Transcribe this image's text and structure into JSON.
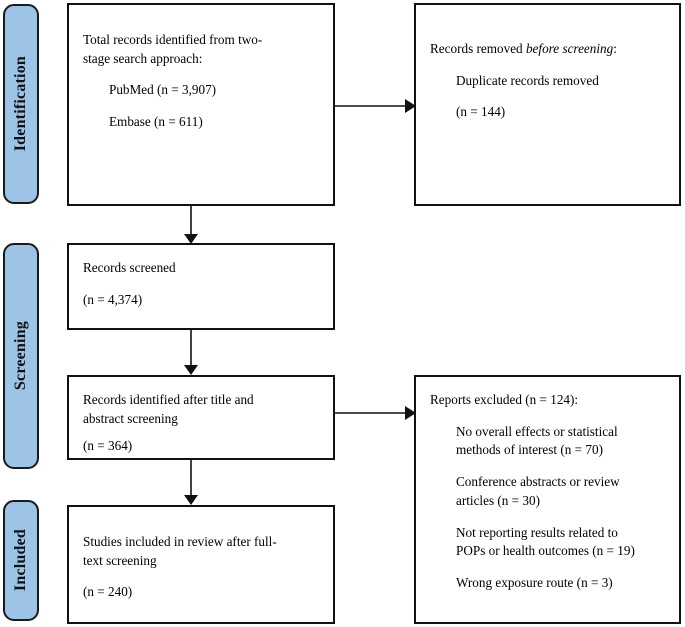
{
  "diagram": {
    "type": "prisma-flow-diagram",
    "accent_color": "#9dc3e6",
    "border_color": "#111111",
    "background": "#ffffff"
  },
  "stages": [
    {
      "id": "identification",
      "label": "Identification"
    },
    {
      "id": "screening",
      "label": "Screening"
    },
    {
      "id": "included",
      "label": "Included"
    }
  ],
  "boxes": {
    "records_identified": {
      "title_line_1": "Total records identified from two-",
      "title_line_2": "stage search approach:",
      "source_1": "PubMed (n = 3,907)",
      "source_2": "Embase (n = 611)"
    },
    "records_removed": {
      "title_prefix": "Records removed ",
      "title_emphasis": "before screening",
      "title_suffix": ":",
      "reason": "Duplicate records removed",
      "count": "(n = 144)"
    },
    "records_screened": {
      "title": "Records screened",
      "count": "(n = 4,374)"
    },
    "records_after_title_abstract": {
      "title_line_1": "Records identified after title and",
      "title_line_2": "abstract screening",
      "count": "(n = 364)"
    },
    "reports_excluded": {
      "title": "Reports excluded (n = 124):",
      "reasons": [
        {
          "line_1": "No overall effects or statistical",
          "line_2": "methods of interest (n = 70)"
        },
        {
          "line_1": "Conference abstracts or review",
          "line_2": "articles (n = 30)"
        },
        {
          "line_1": "Not reporting results related to",
          "line_2": "POPs or health outcomes (n = 19)"
        },
        {
          "line_1": "Wrong exposure route (n = 3)",
          "line_2": ""
        }
      ]
    },
    "studies_included": {
      "title_line_1": "Studies included in review after full-",
      "title_line_2": "text screening",
      "count": "(n = 240)"
    }
  },
  "connectors": [
    {
      "id": "identified-to-removed",
      "direction": "right"
    },
    {
      "id": "identified-to-screened",
      "direction": "down"
    },
    {
      "id": "screened-to-title-abstract",
      "direction": "down"
    },
    {
      "id": "title-abstract-to-excluded",
      "direction": "right"
    },
    {
      "id": "title-abstract-to-included",
      "direction": "down"
    }
  ]
}
